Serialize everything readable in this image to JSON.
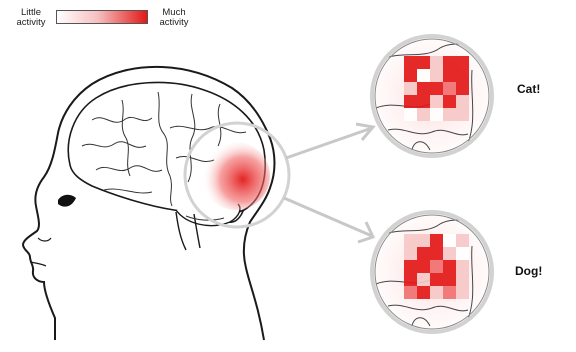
{
  "legend": {
    "low_label": "Little activity",
    "high_label": "Much activity",
    "low_color": "#ffffff",
    "high_color": "#e31818"
  },
  "stimuli": [
    {
      "label": "Cat!",
      "pattern": "cat"
    },
    {
      "label": "Dog!",
      "pattern": "dog"
    }
  ],
  "colors": {
    "outline": "#1a1a1a",
    "arrow": "#c8c8c8",
    "zoom_ring": "#d2d2d2",
    "activity_red": "#e31818"
  }
}
